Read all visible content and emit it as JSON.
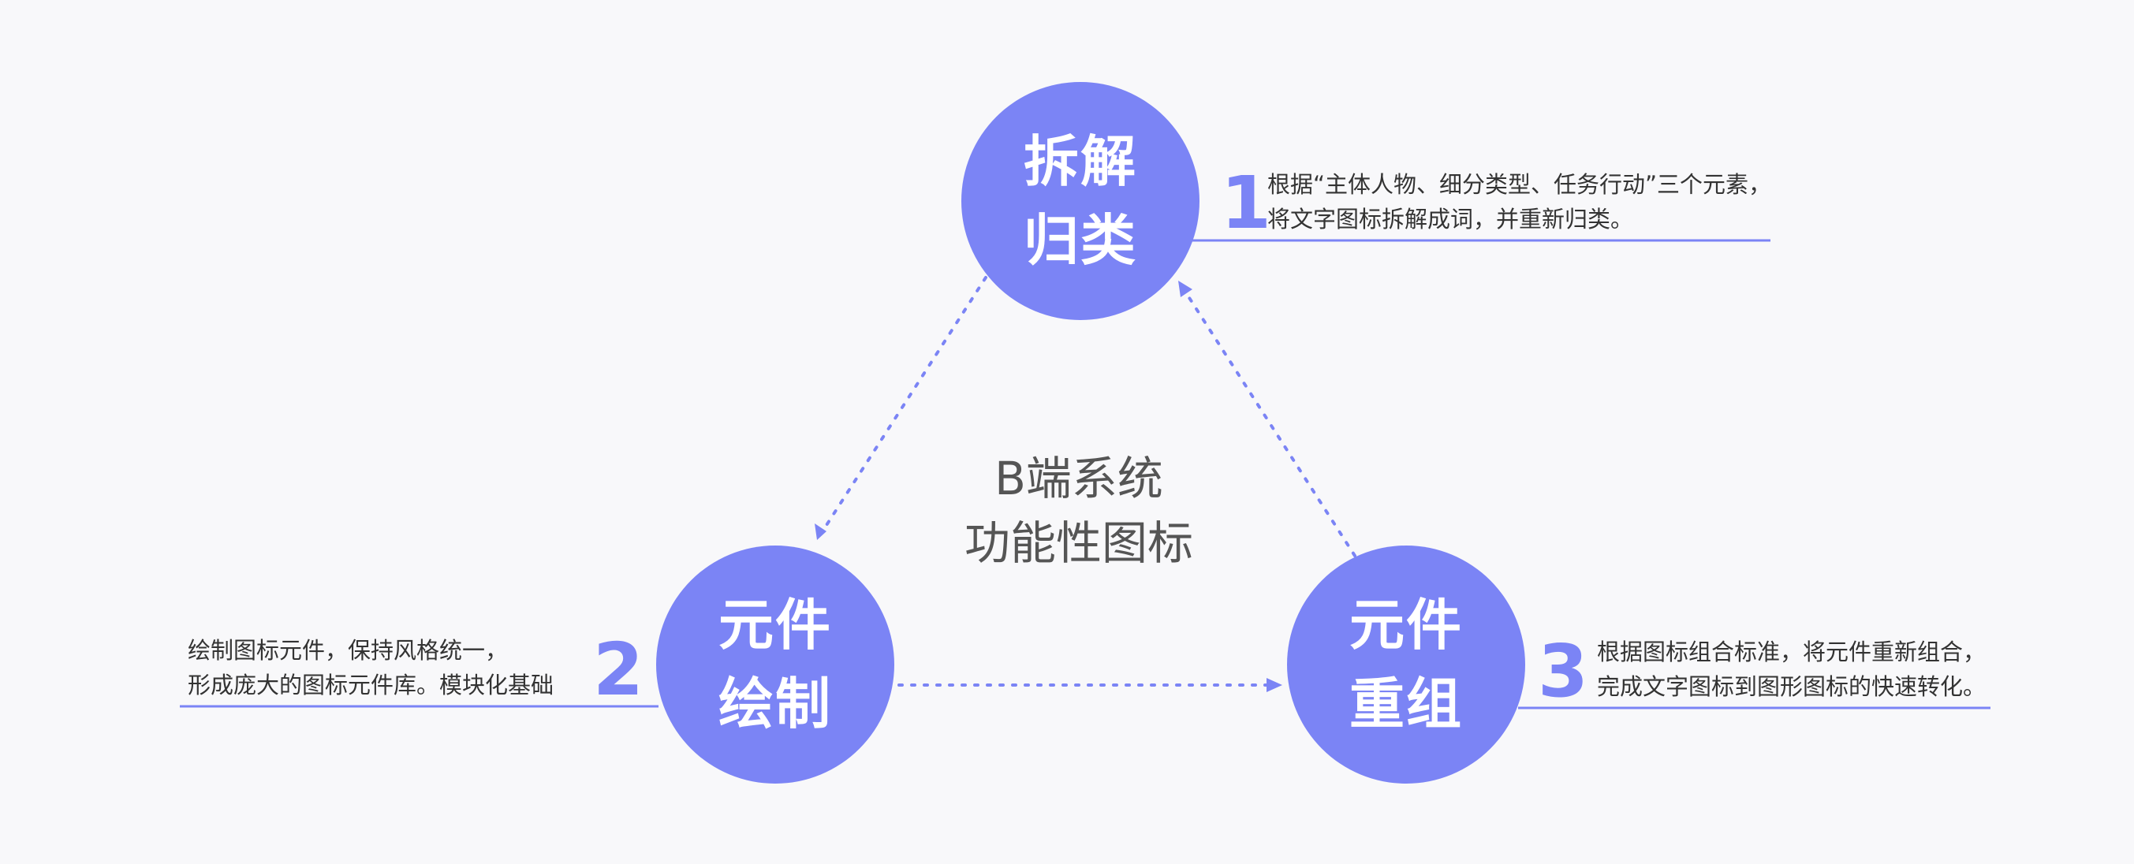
{
  "accent_color": "#7b84f5",
  "center": {
    "line1": "B端系统",
    "line2": "功能性图标"
  },
  "nodes": {
    "top": {
      "line1": "拆解",
      "line2": "归类",
      "number": "1",
      "desc1": "根据“主体人物、细分类型、任务行动”三个元素，",
      "desc2": "将文字图标拆解成词，并重新归类。"
    },
    "left": {
      "line1": "元件",
      "line2": "绘制",
      "number": "2",
      "desc1": "绘制图标元件，保持风格统一，",
      "desc2": "形成庞大的图标元件库。模块化基础"
    },
    "right": {
      "line1": "元件",
      "line2": "重组",
      "number": "3",
      "desc1": "根据图标组合标准，将元件重新组合，",
      "desc2": "完成文字图标到图形图标的快速转化。"
    }
  }
}
